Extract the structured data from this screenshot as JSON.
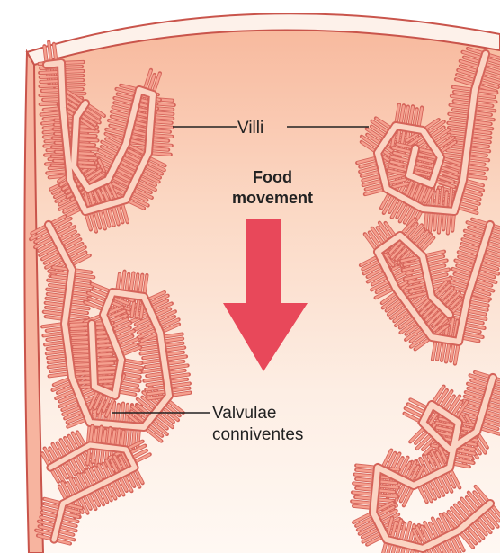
{
  "labels": {
    "villi": "Villi",
    "food_movement_line1": "Food",
    "food_movement_line2": "movement",
    "valvulae_line1": "Valvulae",
    "valvulae_line2": "conniventes"
  },
  "colors": {
    "tissue_fill": "#f5a08f",
    "tissue_stroke": "#d5645a",
    "lumen_top": "#f9c4a8",
    "lumen_bottom": "#fff4ee",
    "arrow": "#e8485a",
    "serosa": "#fbd6c6"
  }
}
